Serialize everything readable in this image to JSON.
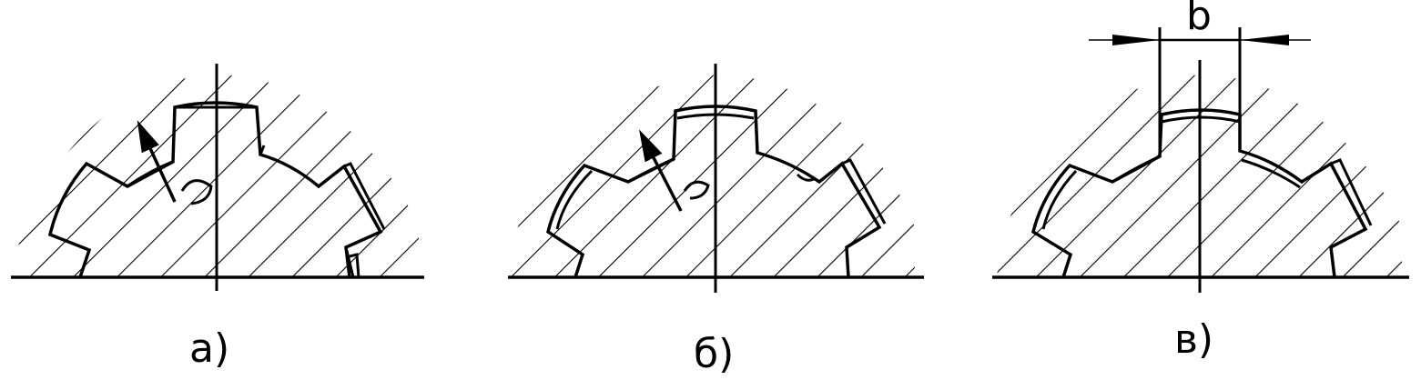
{
  "figures": [
    {
      "id": "a",
      "caption": "а)"
    },
    {
      "id": "b",
      "caption": "б)"
    },
    {
      "id": "v",
      "caption": "в)",
      "dimension_label": "b"
    }
  ]
}
